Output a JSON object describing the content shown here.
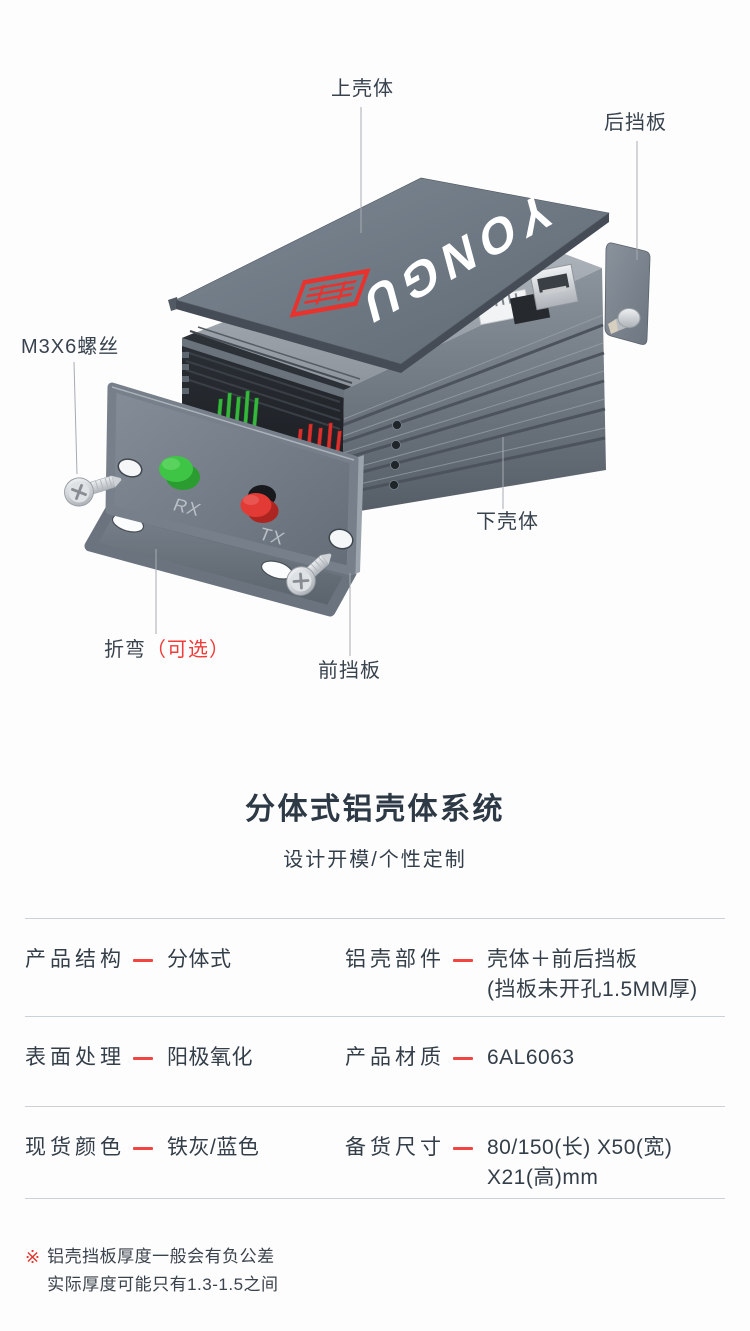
{
  "colors": {
    "accent_red": "#ef3c38",
    "text_dark": "#333e48",
    "title_color": "#2d3945",
    "divider": "#ccd1d7",
    "callout_line": "#a6abb1",
    "enclosure_gray": "#6f7984",
    "led_green": "#3ec546",
    "led_red": "#e23b35"
  },
  "diagram": {
    "brand_text": "YONGU",
    "callouts": {
      "top_shell": "上壳体",
      "rear_panel": "后挡板",
      "screw": "M3X6螺丝",
      "bottom_shell": "下壳体",
      "bend": "折弯",
      "bend_optional": "（可选）",
      "front_panel": "前挡板"
    },
    "port_labels": {
      "rx": "RX",
      "tx": "TX"
    }
  },
  "title_section": {
    "title": "分体式铝壳体系统",
    "subtitle": "设计开模/个性定制"
  },
  "specs": {
    "rows": [
      {
        "left": {
          "label": "产品结构",
          "value": "分体式"
        },
        "right": {
          "label": "铝壳部件",
          "value": "壳体＋前后挡板",
          "value2": "(挡板未开孔1.5MM厚)"
        }
      },
      {
        "left": {
          "label": "表面处理",
          "value": "阳极氧化"
        },
        "right": {
          "label": "产品材质",
          "value": "6AL6063"
        }
      },
      {
        "left": {
          "label": "现货颜色",
          "value": "铁灰/蓝色"
        },
        "right": {
          "label": "备货尺寸",
          "value": "80/150(长) X50(宽)",
          "value2": "X21(高)mm"
        }
      }
    ]
  },
  "note": {
    "marker": "※",
    "line1": "铝壳挡板厚度一般会有负公差",
    "line2": "实际厚度可能只有1.3-1.5之间"
  }
}
